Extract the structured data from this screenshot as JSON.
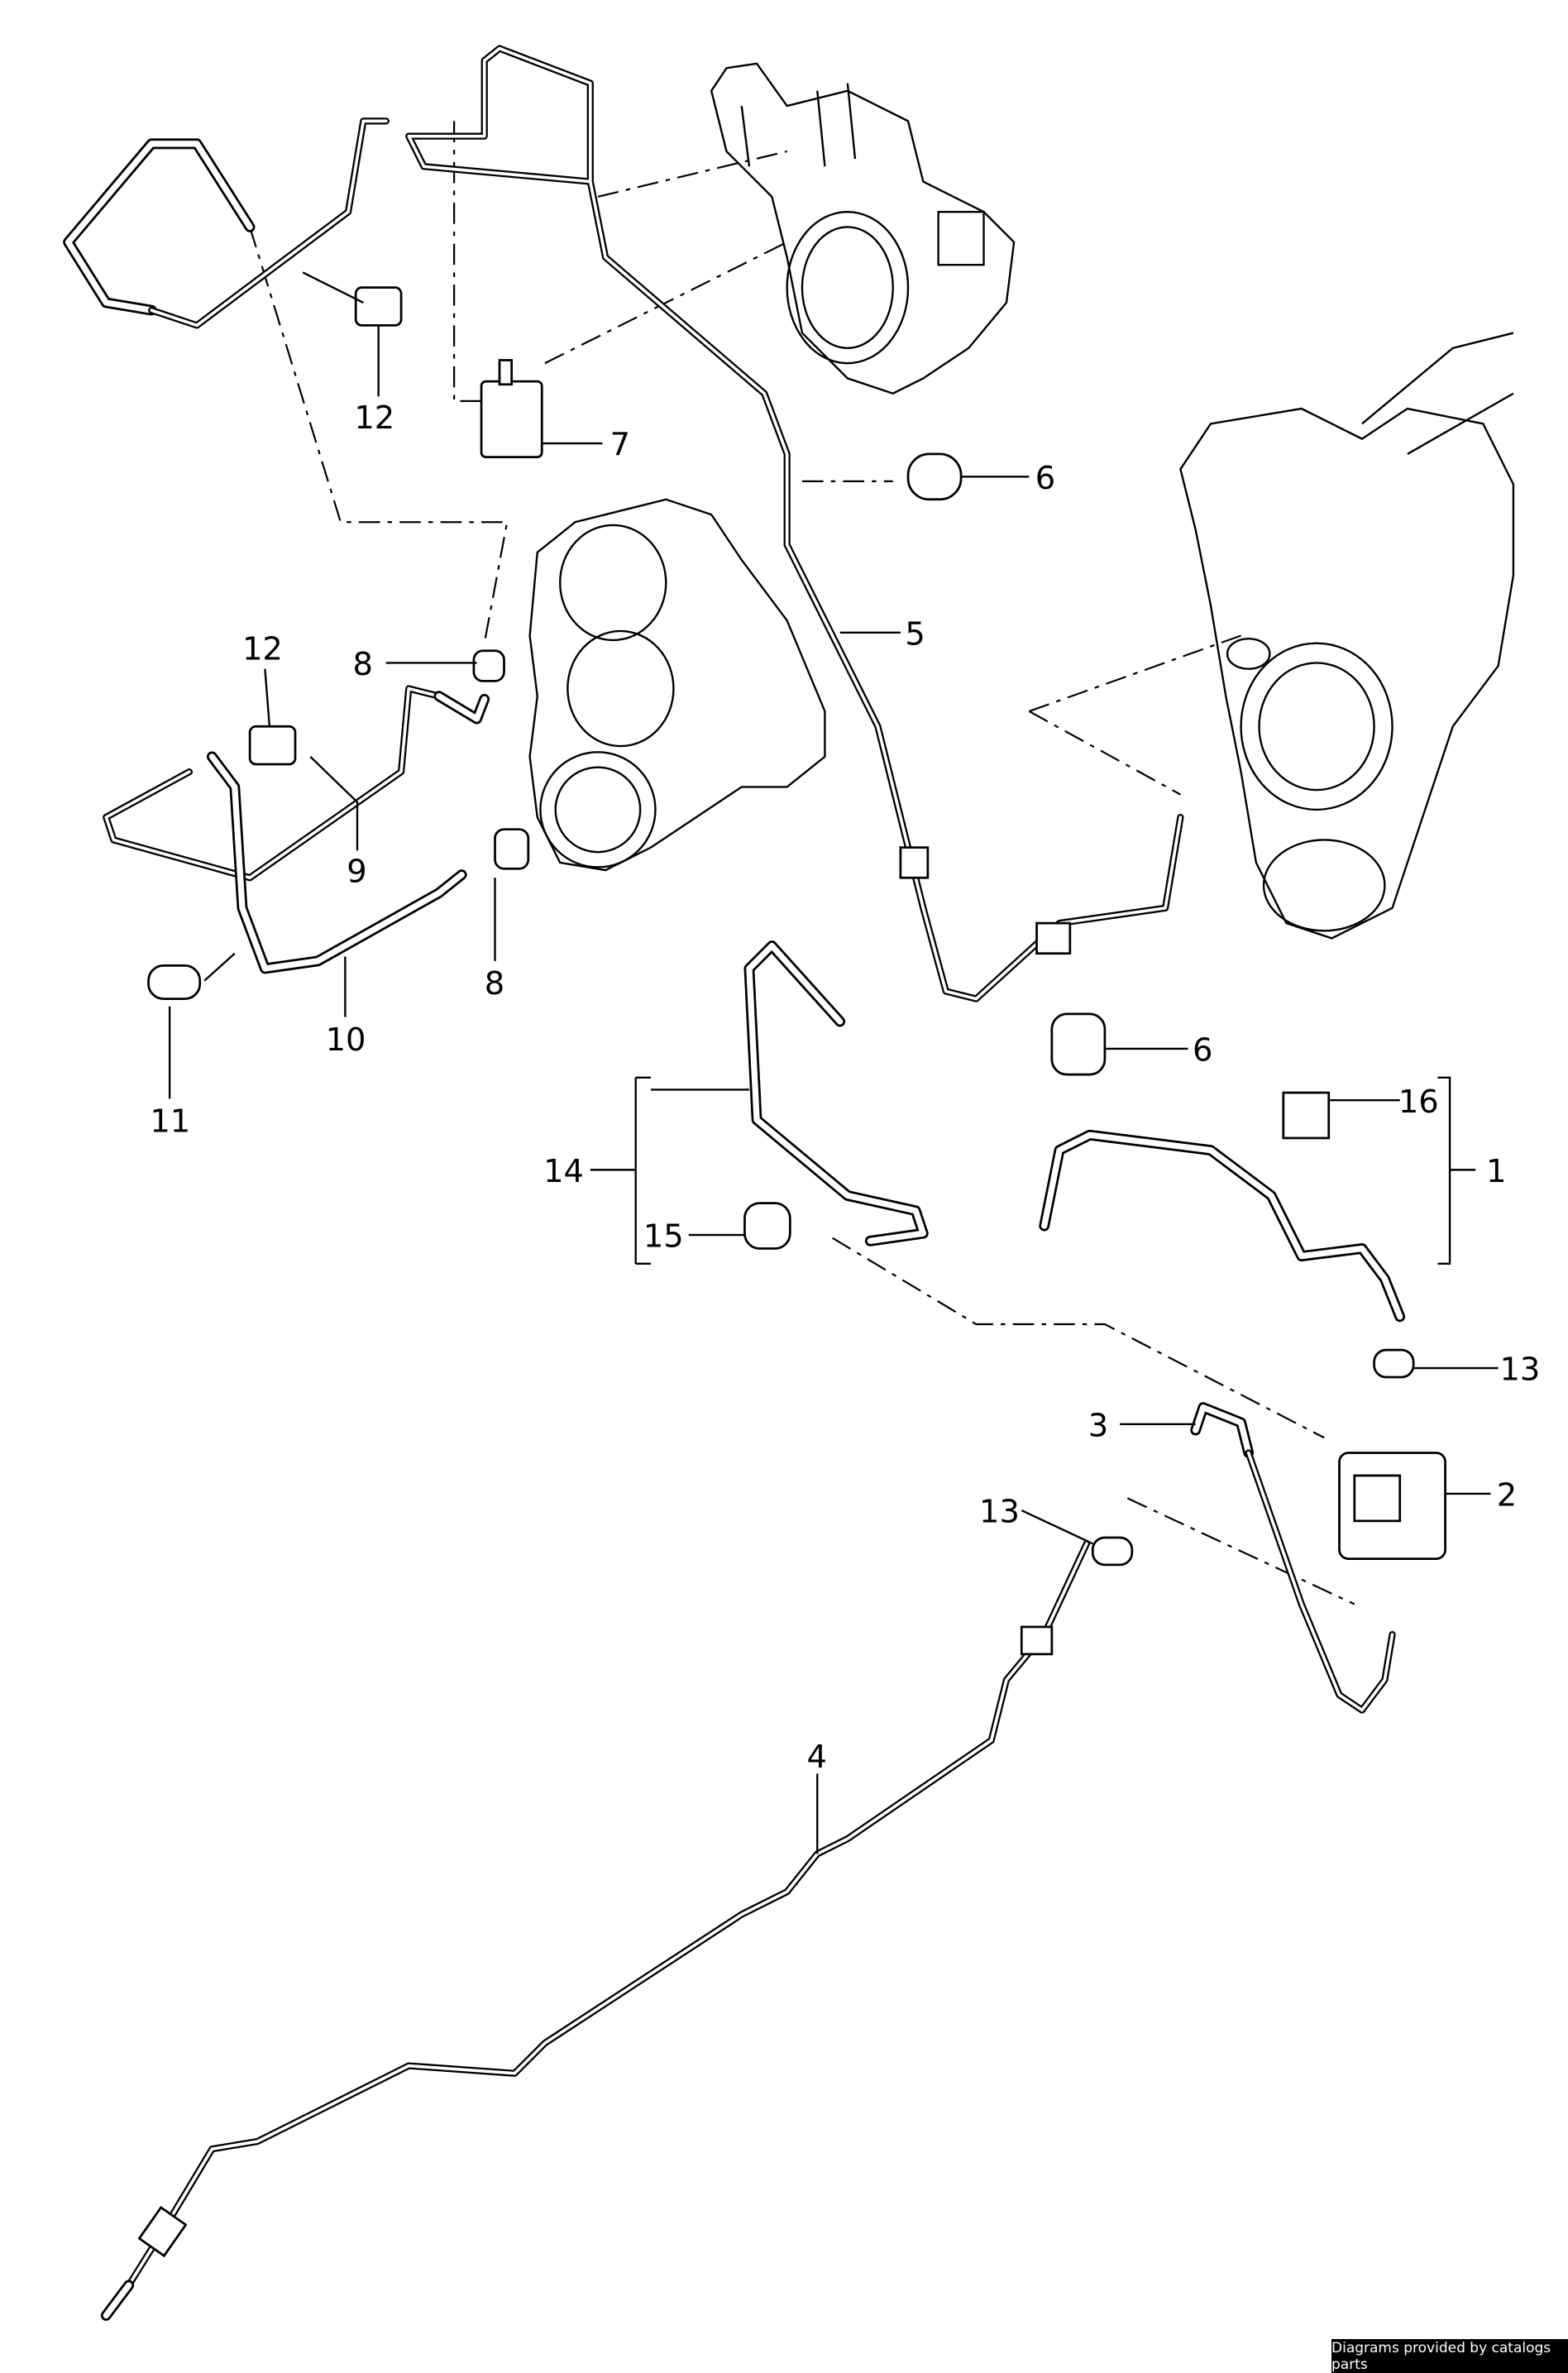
{
  "diagram": {
    "callouts": [
      "12",
      "7",
      "6",
      "5",
      "12",
      "8",
      "9",
      "8",
      "10",
      "11",
      "6",
      "14",
      "15",
      "16",
      "1",
      "13",
      "3",
      "2",
      "13",
      "4"
    ]
  },
  "credit": "Diagrams provided by catalogs parts"
}
